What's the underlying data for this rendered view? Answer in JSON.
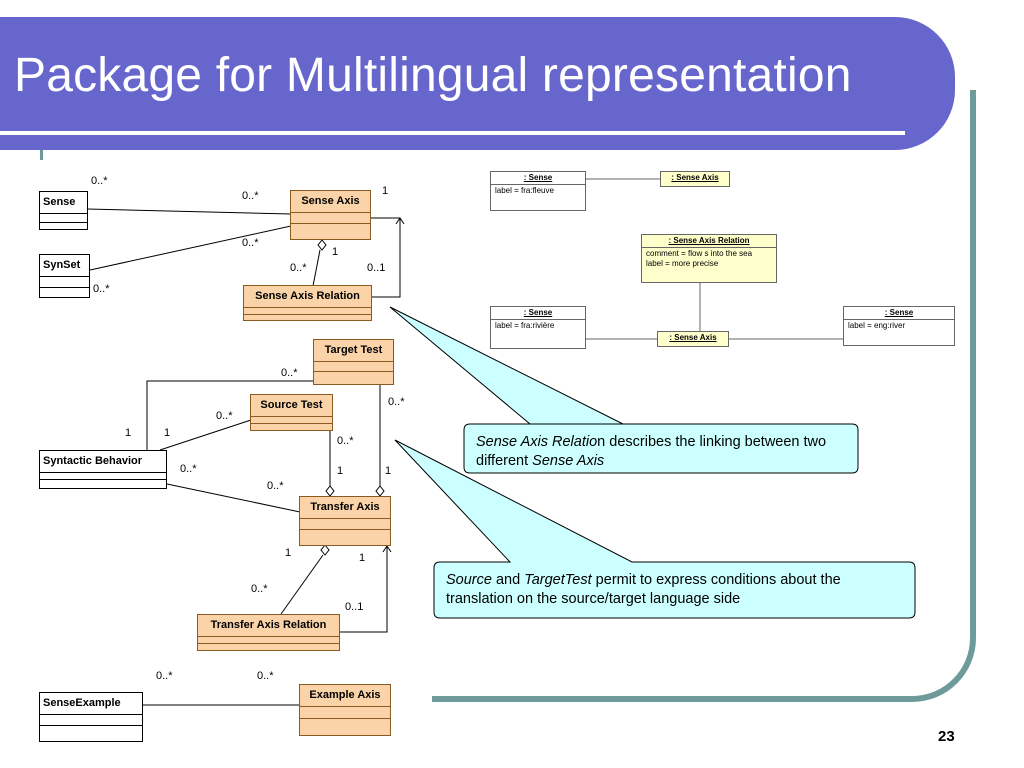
{
  "slide": {
    "title": "Package for Multilingual representation",
    "page_number": "23",
    "accent_color": "#6666cc",
    "frame_color": "#6f9a9a"
  },
  "classes": {
    "sense": "Sense",
    "sense_axis": "Sense Axis",
    "synset": "SynSet",
    "sense_axis_relation": "Sense Axis Relation",
    "target_test": "Target Test",
    "source_test": "Source Test",
    "syntactic_behavior": "Syntactic Behavior",
    "transfer_axis": "Transfer Axis",
    "transfer_axis_relation": "Transfer Axis Relation",
    "sense_example": "SenseExample",
    "example_axis": "Example Axis"
  },
  "multiplicities": {
    "sense_left_top": "0..*",
    "sense_axis_left_a": "0..*",
    "sense_axis_one_top": "1",
    "sense_axis_left_b": "0..*",
    "sense_axis_diamond_one": "1",
    "relation_top": "0..*",
    "relation_right": "0..1",
    "synset_bottom": "0..*",
    "target_test_left": "0..*",
    "target_test_right": "0..*",
    "source_test_left": "0..*",
    "source_test_below": "0..*",
    "syntactic_one_a": "1",
    "syntactic_one_b": "1",
    "syntactic_right": "0..*",
    "transfer_left": "0..*",
    "transfer_one_a": "1",
    "transfer_one_b": "1",
    "transfer_bottom_one_left": "1",
    "transfer_bottom_one_right": "1",
    "transfer_relation_top": "0..*",
    "transfer_relation_right": "0..1",
    "example_left": "0..*",
    "example_right": "0..*"
  },
  "instances": {
    "sense_a_title": ": Sense",
    "sense_a_attr": "label = fra:fleuve",
    "sense_axis_a_title": ": Sense Axis",
    "relation_title": ": Sense Axis Relation",
    "relation_attr_1": "comment = flow s into the sea",
    "relation_attr_2": "label = more precise",
    "sense_b_title": ": Sense",
    "sense_b_attr": "label = fra:rivière",
    "sense_axis_b_title": ": Sense Axis",
    "sense_c_title": ": Sense",
    "sense_c_attr": "label = eng:river"
  },
  "callouts": {
    "callout1": {
      "italic": "Sense Axis Relatio",
      "text": "n describes the linking between two different ",
      "italic_end": "Sense Axis",
      "fill": "#ccffff"
    },
    "callout2": {
      "italic_a": "Source",
      "text_a": " and ",
      "italic_b": "TargetTest",
      "text_b": " permit to express conditions about the translation on the source/target language side",
      "fill": "#ccffff"
    }
  }
}
